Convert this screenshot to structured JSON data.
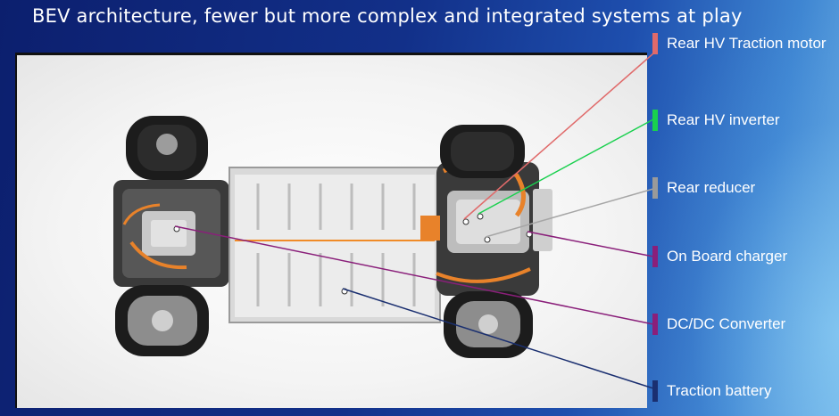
{
  "title": "BEV architecture, fewer but more complex and integrated systems at play",
  "labels": [
    {
      "text": "Rear HV Traction motor",
      "color": "#e06a6a"
    },
    {
      "text": "Rear HV inverter",
      "color": "#19d04e"
    },
    {
      "text": "Rear reducer",
      "color": "#9a9a9a"
    },
    {
      "text": "On Board charger",
      "color": "#8a1f7a"
    },
    {
      "text": "DC/DC Converter",
      "color": "#8a1f7a"
    },
    {
      "text": "Traction battery",
      "color": "#1a2f70"
    }
  ]
}
